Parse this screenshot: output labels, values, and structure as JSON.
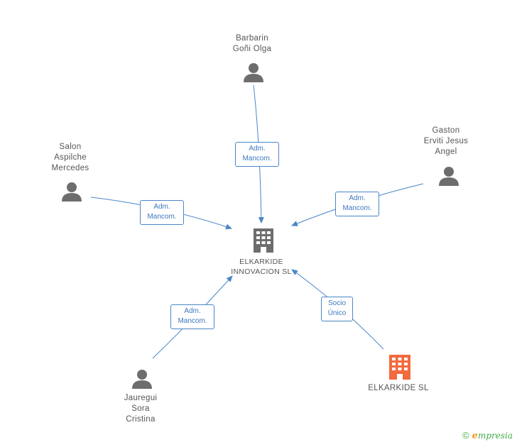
{
  "nodes": {
    "center": {
      "lines": [
        "ELKARKIDE",
        "INNOVACION SL"
      ],
      "type": "company",
      "color": "#6d6d6d"
    },
    "barbarin": {
      "lines": [
        "Barbarin",
        "Goñi Olga"
      ],
      "type": "person"
    },
    "gaston": {
      "lines": [
        "Gaston",
        "Erviti Jesus",
        "Angel"
      ],
      "type": "person"
    },
    "salon": {
      "lines": [
        "Salon",
        "Aspilche",
        "Mercedes"
      ],
      "type": "person"
    },
    "jauregui": {
      "lines": [
        "Jauregui",
        "Sora",
        "Cristina"
      ],
      "type": "person"
    },
    "elkarkide": {
      "lines": [
        "ELKARKIDE SL"
      ],
      "type": "company",
      "color": "#f26a3d"
    }
  },
  "edges": {
    "barbarin": [
      "Adm.",
      "Mancom."
    ],
    "gaston": [
      "Adm.",
      "Mancom."
    ],
    "salon": [
      "Adm.",
      "Mancom."
    ],
    "jauregui": [
      "Adm.",
      "Mancom."
    ],
    "elkarkide": [
      "Socio",
      "Único"
    ]
  },
  "colors": {
    "person_icon": "#6d6d6d",
    "edge": "#4a86c8",
    "label": "#555555"
  },
  "footer": {
    "copyright": "©",
    "brand_first": "e",
    "brand_rest": "mpresia"
  }
}
